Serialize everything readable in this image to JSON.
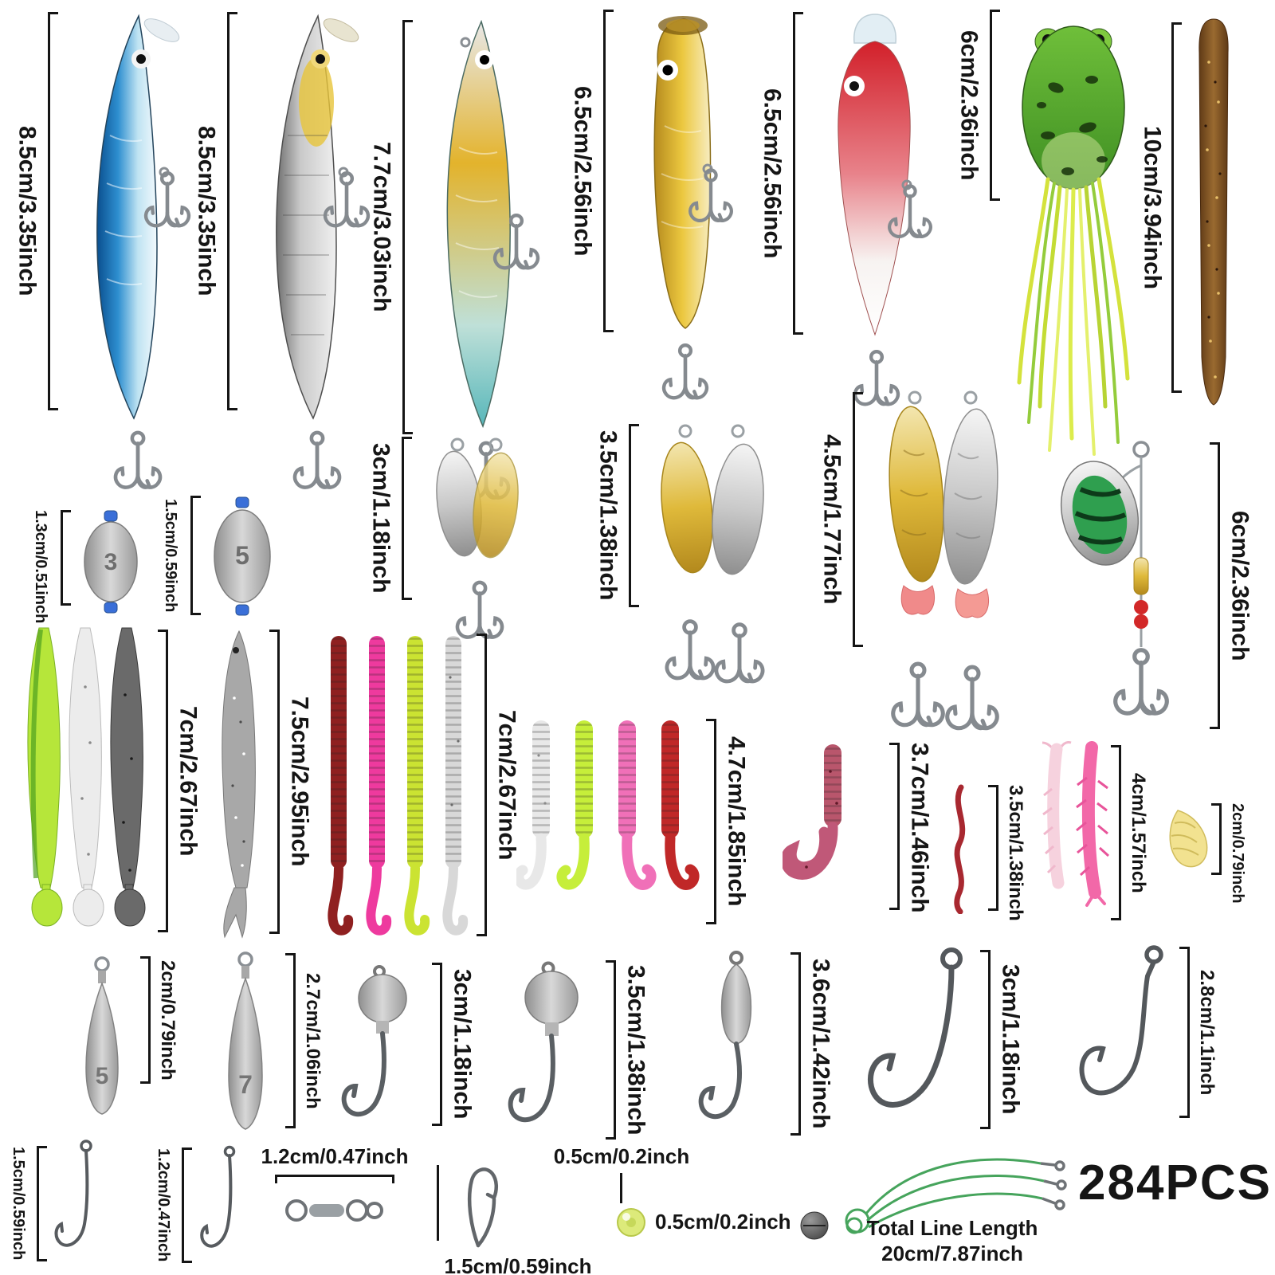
{
  "page": {
    "background": "#ffffff",
    "label_color": "#151515",
    "total_count": "284PCS"
  },
  "palette": {
    "lure_blue": "#2e8fd0",
    "lure_silver": "#c9c9c9",
    "lure_gold": "#ecc83f",
    "lure_red_white": "#d2202a",
    "frog_green": "#5fae33",
    "skirt_yellow": "#d4e23c",
    "worm_brown": "#9a6a30",
    "soft_chartreuse": "#b6e63a",
    "soft_pink": "#ee3a9e",
    "soft_red": "#8f2020",
    "metal_gold": "#dfb93a",
    "metal_silver": "#c9c9c9",
    "lead_gray": "#9a9a9a",
    "leader_green": "#46a45c",
    "bead_yellow": "#dcea7a",
    "tie_blue": "#3a6fd8"
  },
  "items": {
    "minnow_blue": {
      "size": "8.5cm/3.35inch"
    },
    "minnow_silver": {
      "size": "8.5cm/3.35inch"
    },
    "vib_gold": {
      "size": "7.7cm/3.03inch"
    },
    "popper_gold": {
      "size": "6.5cm/2.56inch"
    },
    "crank_red": {
      "size": "6.5cm/2.56inch"
    },
    "frog_green": {
      "size": "6cm/2.36inch"
    },
    "worm_brown": {
      "size": "10cm/3.94inch"
    },
    "sinker_3": {
      "size": "1.3cm/0.51inch",
      "number": "3"
    },
    "sinker_5": {
      "size": "1.5cm/0.59inch",
      "number": "5"
    },
    "spoon_small": {
      "size": "3cm/1.18inch"
    },
    "spoon_medium": {
      "size": "3.5cm/1.38inch"
    },
    "spoon_large": {
      "size": "4.5cm/1.77inch"
    },
    "spinner": {
      "size": "6cm/2.36inch"
    },
    "paddle_tails": {
      "size": "7cm/2.67inch"
    },
    "soft_fish": {
      "size": "7.5cm/2.95inch"
    },
    "curly_worms": {
      "size": "7cm/2.67inch"
    },
    "grub_tails": {
      "size": "4.7cm/1.85inch"
    },
    "grub_single": {
      "size": "3.7cm/1.46inch"
    },
    "worm_small": {
      "size": "3.5cm/1.38inch"
    },
    "shrimp_pink": {
      "size": "4cm/1.57inch"
    },
    "maggot_yellow": {
      "size": "2cm/0.79inch"
    },
    "drop_weight_5": {
      "size": "2cm/0.79inch",
      "number": "5"
    },
    "hook_small_1": {
      "size": "1.5cm/0.59inch"
    },
    "drop_weight_7": {
      "size": "2.7cm/1.06inch",
      "number": "7"
    },
    "hook_small_2": {
      "size": "1.2cm/0.47inch"
    },
    "jig_head_1": {
      "size": "3cm/1.18inch"
    },
    "jig_head_2": {
      "size": "3.5cm/1.38inch"
    },
    "jig_bullet": {
      "size": "3.6cm/1.42inch"
    },
    "worm_hook": {
      "size": "3cm/1.18inch"
    },
    "offset_hook": {
      "size": "2.8cm/1.1inch"
    },
    "swivel": {
      "size": "1.2cm/0.47inch"
    },
    "snap": {
      "size": "1.5cm/0.59inch"
    },
    "bead": {
      "size": "0.5cm/0.2inch"
    },
    "split_shot": {
      "size": "0.5cm/0.2inch"
    },
    "leader_line": {
      "text1": "Total Line Length",
      "text2": "20cm/7.87inch"
    }
  }
}
